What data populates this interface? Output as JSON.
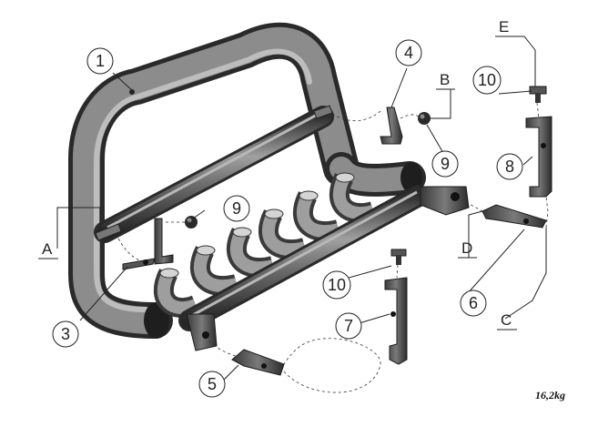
{
  "callouts": {
    "c1": "1",
    "c3": "3",
    "c4": "4",
    "c5": "5",
    "c6": "6",
    "c7": "7",
    "c8": "8",
    "c9a": "9",
    "c9b": "9",
    "c10a": "10",
    "c10b": "10"
  },
  "letters": {
    "A": "A",
    "B": "B",
    "C": "C",
    "D": "D",
    "E": "E"
  },
  "weight": "16,2kg"
}
